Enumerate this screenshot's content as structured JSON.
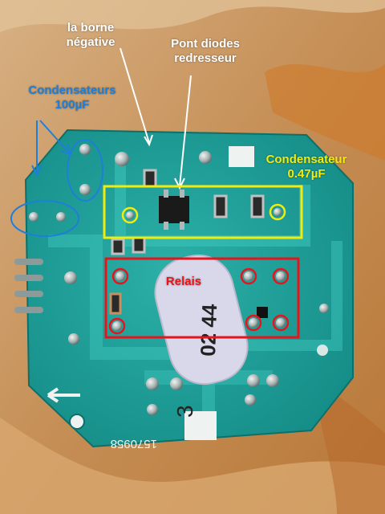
{
  "annotations": {
    "negative_terminal": "la borne\nnégative",
    "bridge_rectifier": "Pont diodes\nredresseur",
    "capacitors_100uf": "Condensateurs\n100µF",
    "capacitor_047uf": "Condensateur\n0.47µF",
    "relay": "Relais"
  },
  "board_markings": {
    "part_number": "1570958",
    "sticker_text": "02 44",
    "handwritten_mark": "3"
  },
  "colors": {
    "pcb": "#1fa39c",
    "annotation_white": "#ffffff",
    "annotation_blue": "#1e7fd8",
    "annotation_yellow": "#f0ec10",
    "annotation_red": "#e8141c"
  }
}
